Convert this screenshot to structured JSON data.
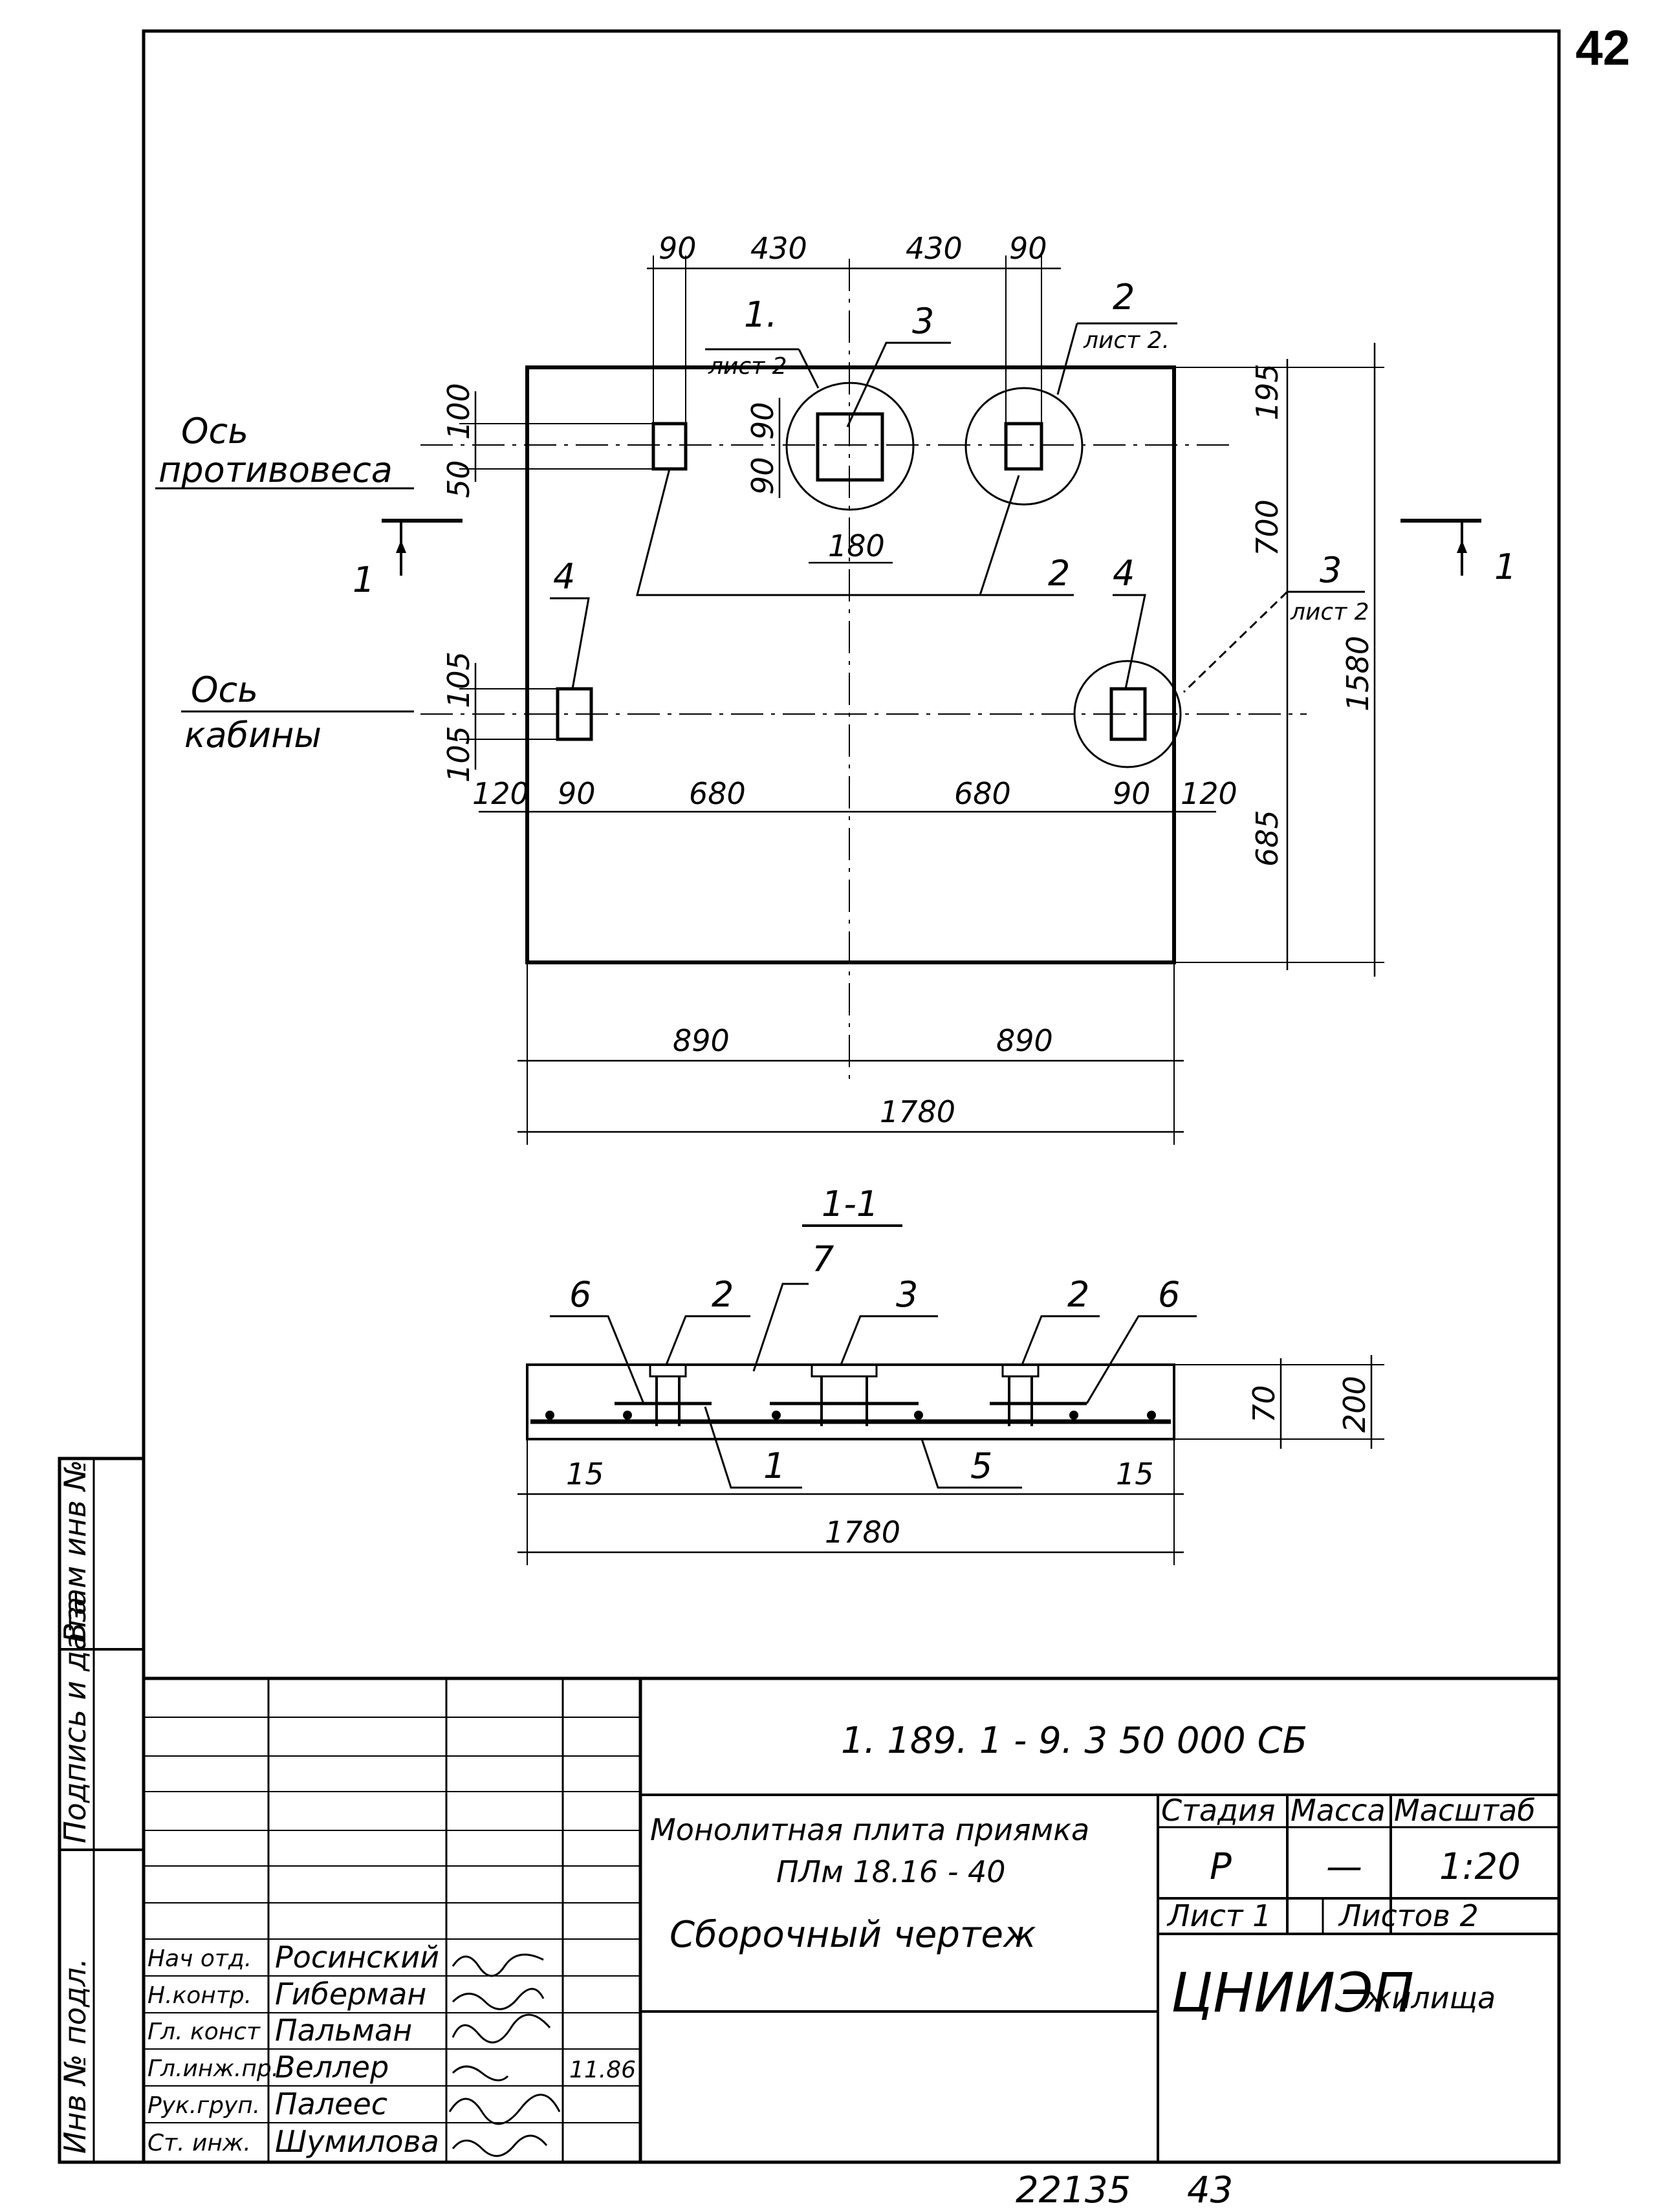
{
  "page_number": "42",
  "plan": {
    "dims_top": [
      "90",
      "430",
      "430",
      "90"
    ],
    "dims_bottom_row": [
      "120",
      "90",
      "680",
      "680",
      "90",
      "120"
    ],
    "dims_overall": [
      "890",
      "890",
      "1780"
    ],
    "dims_right": [
      "195",
      "700",
      "1580",
      "685"
    ],
    "dims_left": [
      "100",
      "50",
      "90",
      "90",
      "105",
      "105"
    ],
    "dim_180": "180",
    "axis_counterweight": [
      "Ось",
      "противовеса"
    ],
    "axis_cabin": [
      "Ось",
      "кабины"
    ],
    "section_mark": "1",
    "callouts": {
      "c1": "1.",
      "c1_sheet": "лист 2",
      "c2": "2",
      "c2_sheet": "лист 2.",
      "c3": "3",
      "c3_sheet": "лист 2",
      "mark3": "3",
      "mark2": "2",
      "mark4a": "4",
      "mark4b": "4"
    }
  },
  "section": {
    "title": "1-1",
    "marks": [
      "7",
      "6",
      "2",
      "3",
      "2",
      "6",
      "1",
      "5"
    ],
    "dims": [
      "15",
      "15",
      "1780",
      "70",
      "200"
    ]
  },
  "side_stamp": [
    "Инв № подл.",
    "Подпись и дата",
    "Взам инв №"
  ],
  "title_block": {
    "doc_code": "1. 189. 1 - 9. 3    50 000 СБ",
    "title_lines": [
      "Монолитная плита приямка",
      "ПЛм 18.16 - 40",
      "Сборочный чертеж"
    ],
    "headers": [
      "Стадия",
      "Масса",
      "Масштаб"
    ],
    "values": [
      "Р",
      "—",
      "1:20"
    ],
    "sheet": "Лист 1",
    "sheets": "Листов 2",
    "org": "ЦНИИЭП",
    "org_suffix": "жилища",
    "roles": [
      "Нач отд.",
      "Н.контр.",
      "Гл. конст",
      "Гл.инж.пр.",
      "Рук.груп.",
      "Ст. инж."
    ],
    "names": [
      "Росинский",
      "Гиберман",
      "Пальман",
      "Веллер",
      "Палеес",
      "Шумилова"
    ],
    "date": "11.86"
  },
  "bottom_numbers": [
    "22135",
    "43"
  ]
}
